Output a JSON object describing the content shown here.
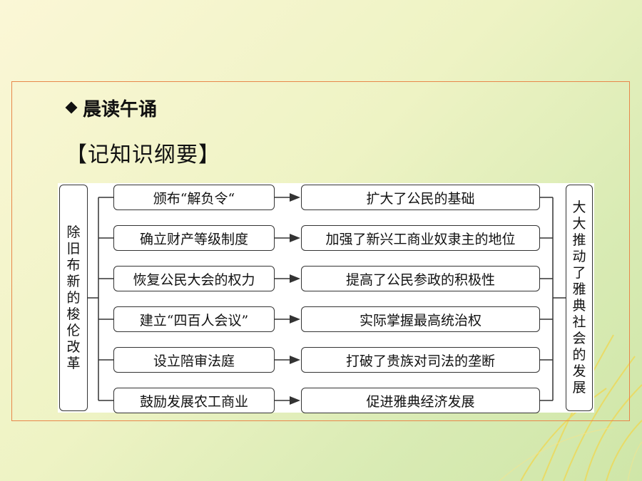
{
  "heading": {
    "text": "晨读午诵"
  },
  "subheading": {
    "text": "【记知识纲要】"
  },
  "diagram": {
    "left_label": "除旧布新的梭伦改革",
    "right_label": "大大推动了雅典社会的发展",
    "rows": [
      {
        "measure": "颁布“解负令“",
        "effect": "扩大了公民的基础"
      },
      {
        "measure": "确立财产等级制度",
        "effect": "加强了新兴工商业奴隶主的地位"
      },
      {
        "measure": "恢复公民大会的权力",
        "effect": "提高了公民参政的积极性"
      },
      {
        "measure": "建立“四百人会议”",
        "effect": "实际掌握最高统治权"
      },
      {
        "measure": "设立陪审法庭",
        "effect": "打破了贵族对司法的垄断"
      },
      {
        "measure": "鼓励发展农工商业",
        "effect": "促进雅典经济发展"
      }
    ]
  }
}
